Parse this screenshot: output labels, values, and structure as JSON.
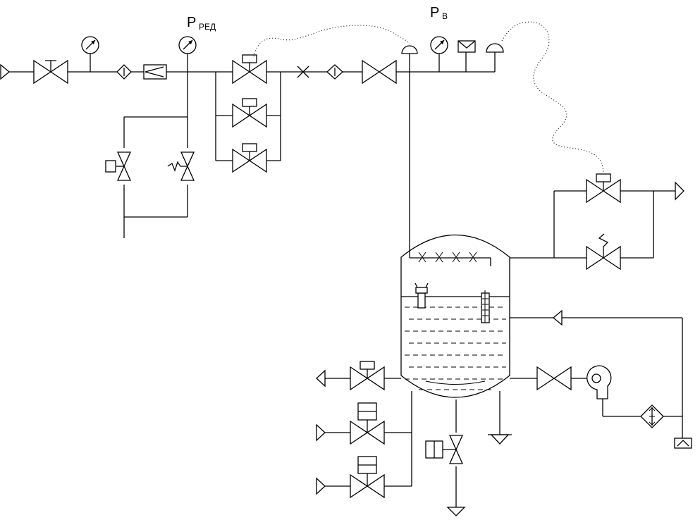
{
  "labels": {
    "pressure_reducer_main": "Р",
    "pressure_reducer_sub": "РЕД",
    "pressure_tank_main": "Р",
    "pressure_tank_sub": "В"
  },
  "colors": {
    "line": "#000000",
    "background": "#ffffff"
  }
}
